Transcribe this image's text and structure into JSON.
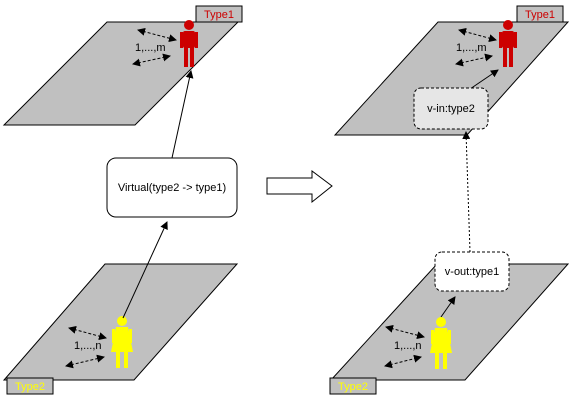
{
  "left": {
    "top_plane": {
      "type_label": "Type1",
      "range_label": "1,...,m"
    },
    "bottom_plane": {
      "type_label": "Type2",
      "range_label": "1,...,n"
    },
    "virtual_box": {
      "label": "Virtual(type2 -> type1)"
    }
  },
  "right": {
    "top_plane": {
      "type_label": "Type1",
      "range_label": "1,...,m"
    },
    "bottom_plane": {
      "type_label": "Type2",
      "range_label": "1,...,n"
    },
    "v_in_box": {
      "label": "v-in:type2"
    },
    "v_out_box": {
      "label": "v-out:type1"
    }
  },
  "colors": {
    "plane_fill": "#c0c0c0",
    "type1_person": "#cc0000",
    "type2_person": "#ffff00",
    "type1_text": "#cc0000",
    "type2_text": "#ffff00"
  },
  "icons": {
    "type1_person": "person-male-icon",
    "type2_person": "person-female-icon",
    "transform_arrow": "right-arrow-icon"
  }
}
